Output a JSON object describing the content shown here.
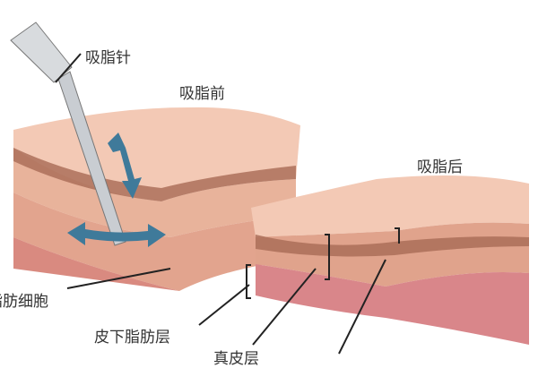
{
  "labels": {
    "needle": "吸脂针",
    "before": "吸脂前",
    "after": "吸脂后",
    "fat_cells": "脂肪细胞",
    "subcutaneous_fat": "皮下脂肪层",
    "dermis": "真皮层"
  },
  "colors": {
    "skin_top": "#f3c9b5",
    "dermis": "#e8b39b",
    "fat": "#d9868a",
    "papillae": "#a86a55",
    "arrow": "#3f7a9a",
    "needle": "#c9cdd2"
  }
}
